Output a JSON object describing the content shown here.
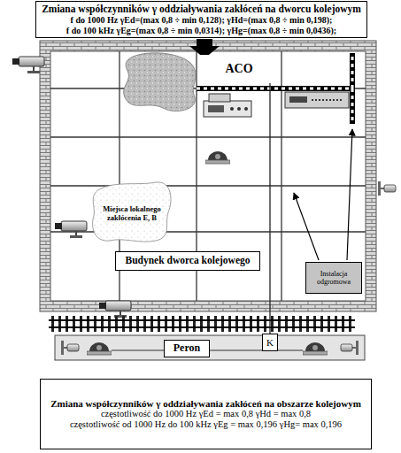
{
  "diagram": {
    "nodes": [
      {
        "text": [
          "Zmiana współczynników γ oddziaływania zakłóceń na dworcu kolejowym",
          "f do 1000 Hz γEd=(max 0,8 ÷ min 0,128); γHd=(max 0,8 ÷ min 0,198);",
          "f do 100 kHz γEg=(max 0,8 ÷ min 0,0314); γHg=(max 0,8 ÷ min 0,0436);"
        ]
      },
      {
        "text": [
          "ACO"
        ]
      },
      {
        "text": [
          "Miejsca lokalnego zakłócenia E, B"
        ]
      },
      {
        "text": [
          "Budynek dworca kolejowego"
        ]
      },
      {
        "text": [
          "Instalacja odgromowa"
        ]
      },
      {
        "text": [
          "Peron"
        ]
      },
      {
        "text": [
          "K"
        ]
      },
      {
        "text": [
          "Zmiana współczynników γ oddziaływania zakłóceń na obszarze kolejowym",
          "częstotliwość do 1000 Hz γEd = max 0,8 γHd = max 0,8",
          "częstotliwość od 1000 Hz do 100 kHz γEg = max 0,196 γHg= max 0,196"
        ]
      }
    ],
    "edges": [
      {
        "from": 6,
        "to": 1,
        "arrow": "none"
      }
    ]
  }
}
